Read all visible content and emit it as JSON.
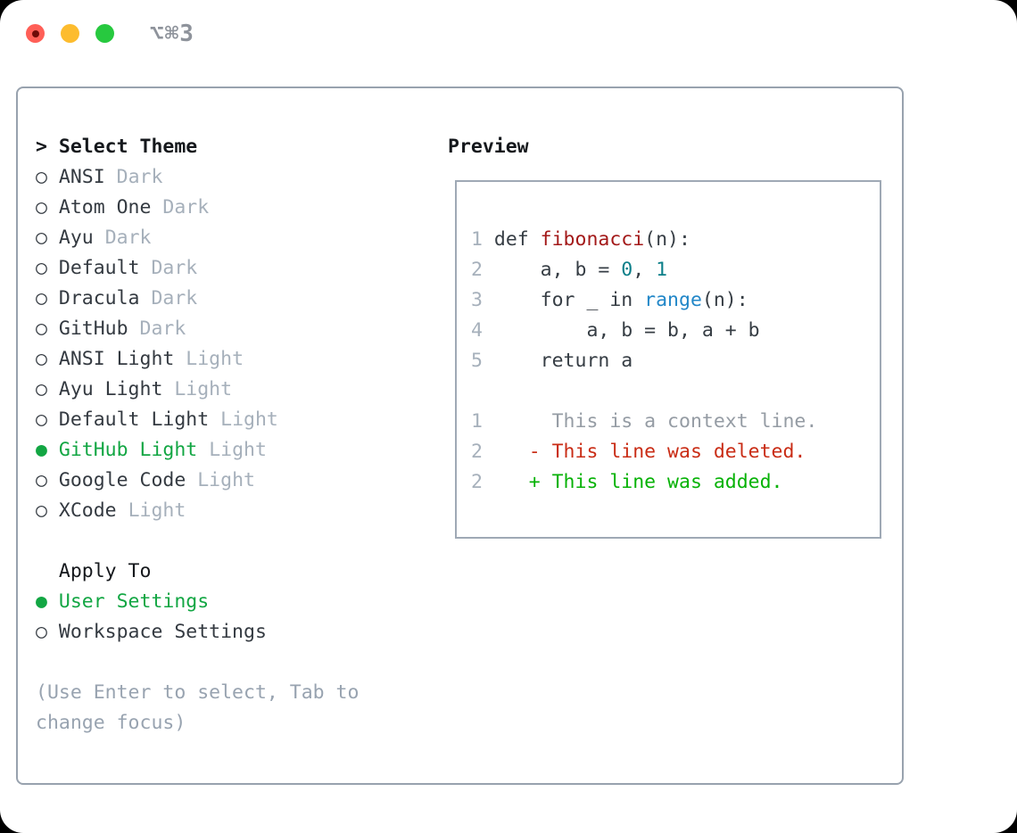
{
  "window": {
    "title": "⌥⌘3",
    "traffic_lights": {
      "close": "close",
      "minimize": "minimize",
      "zoom": "zoom"
    }
  },
  "theme_picker": {
    "header": {
      "prompt": ">",
      "label": "Select Theme"
    },
    "markers": {
      "selected": "●",
      "unselected": "○"
    },
    "themes": [
      {
        "name": "ANSI",
        "variant": "Dark",
        "selected": false
      },
      {
        "name": "Atom One",
        "variant": "Dark",
        "selected": false
      },
      {
        "name": "Ayu",
        "variant": "Dark",
        "selected": false
      },
      {
        "name": "Default",
        "variant": "Dark",
        "selected": false
      },
      {
        "name": "Dracula",
        "variant": "Dark",
        "selected": false
      },
      {
        "name": "GitHub",
        "variant": "Dark",
        "selected": false
      },
      {
        "name": "ANSI Light",
        "variant": "Light",
        "selected": false
      },
      {
        "name": "Ayu Light",
        "variant": "Light",
        "selected": false
      },
      {
        "name": "Default Light",
        "variant": "Light",
        "selected": false
      },
      {
        "name": "GitHub Light",
        "variant": "Light",
        "selected": true
      },
      {
        "name": "Google Code",
        "variant": "Light",
        "selected": false
      },
      {
        "name": "XCode",
        "variant": "Light",
        "selected": false
      }
    ],
    "apply_to": {
      "label": "Apply To",
      "options": [
        {
          "name": "User Settings",
          "selected": true
        },
        {
          "name": "Workspace Settings",
          "selected": false
        }
      ]
    },
    "help_lines": [
      "(Use Enter to select, Tab to",
      "change focus)"
    ]
  },
  "preview": {
    "label": "Preview",
    "code_lines": [
      {
        "num": "1",
        "segments": [
          {
            "t": "def ",
            "c": "code"
          },
          {
            "t": "fibonacci",
            "c": "function"
          },
          {
            "t": "(n):",
            "c": "code"
          }
        ]
      },
      {
        "num": "2",
        "segments": [
          {
            "t": "    a, b = ",
            "c": "code"
          },
          {
            "t": "0",
            "c": "number"
          },
          {
            "t": ", ",
            "c": "code"
          },
          {
            "t": "1",
            "c": "number"
          }
        ]
      },
      {
        "num": "3",
        "segments": [
          {
            "t": "    for _ in ",
            "c": "code"
          },
          {
            "t": "range",
            "c": "builtin"
          },
          {
            "t": "(n):",
            "c": "code"
          }
        ]
      },
      {
        "num": "4",
        "segments": [
          {
            "t": "        a, b = b, a + b",
            "c": "code"
          }
        ]
      },
      {
        "num": "5",
        "segments": [
          {
            "t": "    return a",
            "c": "code"
          }
        ]
      }
    ],
    "diff_lines": [
      {
        "num": "1",
        "segments": [
          {
            "t": "     This is a context line.",
            "c": "context"
          }
        ]
      },
      {
        "num": "2",
        "segments": [
          {
            "t": "   - This line was deleted.",
            "c": "deleted"
          }
        ]
      },
      {
        "num": "2",
        "segments": [
          {
            "t": "   + This line was added.",
            "c": "added"
          }
        ]
      }
    ]
  },
  "colors": {
    "selected": "#12a643",
    "heading": "#15181c",
    "text": "#343a41",
    "muted": "#a6b0bb",
    "help": "#98a3b0",
    "title": "#8e939b",
    "panel_border": "#98a2ae",
    "preview_border": "#9fa9b5",
    "line_number": "#a6b0bb",
    "code": "#363d44",
    "function": "#a31919",
    "number": "#0c7f89",
    "builtin": "#2287c8",
    "context": "#959ca4",
    "deleted": "#c92c15",
    "added": "#06b206",
    "traffic_red": "#ff5f57",
    "traffic_red_dot": "#6d0b08",
    "traffic_yellow": "#fdbc2e",
    "traffic_green": "#27c93f"
  }
}
